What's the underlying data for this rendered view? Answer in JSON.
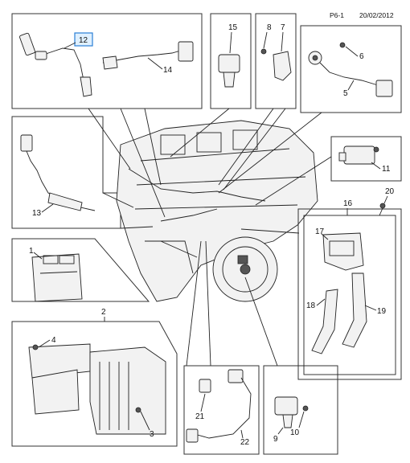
{
  "header": {
    "page_ref": "P6-1",
    "date": "20/02/2012"
  },
  "callouts": {
    "c1": "1",
    "c2": "2",
    "c3": "3",
    "c4": "4",
    "c5": "5",
    "c6": "6",
    "c7": "7",
    "c8": "8",
    "c9": "9",
    "c10": "10",
    "c11": "11",
    "c12": "12",
    "c13": "13",
    "c14": "14",
    "c15": "15",
    "c16": "16",
    "c17": "17",
    "c18": "18",
    "c19": "19",
    "c20": "20",
    "c21": "21",
    "c22": "22"
  },
  "highlight": {
    "part": "12",
    "color": "#2a7fd6"
  }
}
